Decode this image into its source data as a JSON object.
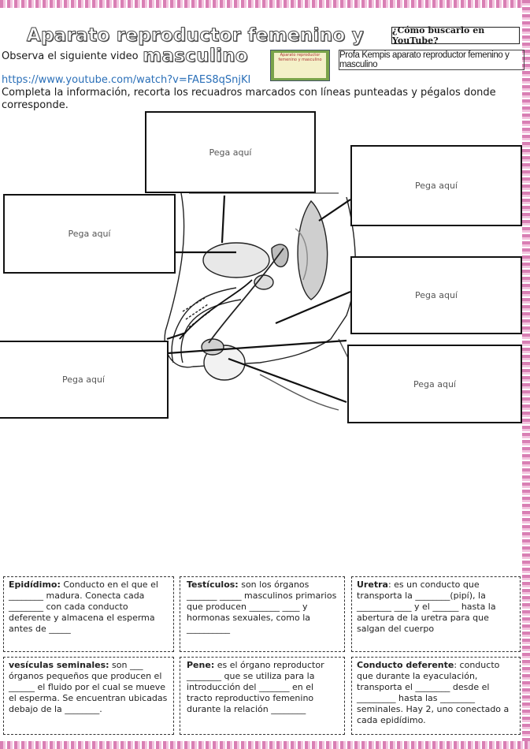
{
  "header": {
    "title": "Aparato reproductor femenino y masculino",
    "youtube_hint": "¿Cómo buscarlo en YouTube?",
    "observe": "Observa el siguiente video",
    "thumbnail_caption": "Aparato reproductor femenino y masculino",
    "channel": "Profa Kempis aparato reproductor femenino y masculino",
    "link": "https://www.youtube.com/watch?v=FAES8qSnjKI",
    "instructions": "Completa la información, recorta los recuadros marcados con líneas punteadas y pégalos donde corresponde."
  },
  "paste_label": "Pega aquí",
  "cards": {
    "epididimo": {
      "title": "Epidídimo:",
      "text": " Conducto en el que el ________ madura. Conecta cada ________ con cada conducto deferente y almacena el esperma antes de _____"
    },
    "testiculos": {
      "title": "Testículos:",
      "text": " son los órganos _______ _____ masculinos primarios que producen _______ ____ y hormonas sexuales, como la __________"
    },
    "uretra": {
      "title": "Uretra",
      "text": ": es un conducto que transporta la ________(pipí), la ________ ____ y el ______ hasta la abertura de la uretra para que salgan del cuerpo"
    },
    "vesiculas": {
      "title": "vesículas seminales:",
      "text": " son ___ órganos pequeños que producen el ______ el fluido por el cual se mueve el esperma. Se encuentran ubicadas debajo de la ________."
    },
    "pene": {
      "title": "Pene:",
      "text": " es el órgano reproductor ________ que se utiliza para la introducción del _______ en el tracto reproductivo femenino durante la relación ________"
    },
    "deferente": {
      "title": "Conducto deferente",
      "text": ": conducto que durante la eyaculación, transporta el ________ desde el _________ hasta las ________ seminales. Hay 2, uno conectado a cada epidídimo."
    }
  }
}
